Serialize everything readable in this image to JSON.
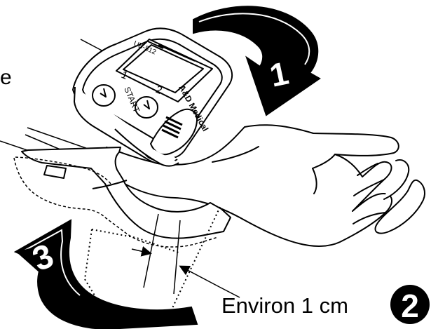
{
  "device": {
    "model_label": "UB-512",
    "brand_label": "A&D Medical",
    "button_1_label": "1",
    "button_2_label": "2",
    "start_label": "START"
  },
  "steps": {
    "step_1": "1",
    "step_2": "2",
    "step_3": "3"
  },
  "annotations": {
    "distance_label": "Environ 1 cm",
    "left_cut_text": "e"
  },
  "colors": {
    "ink": "#000000",
    "paper": "#ffffff"
  }
}
